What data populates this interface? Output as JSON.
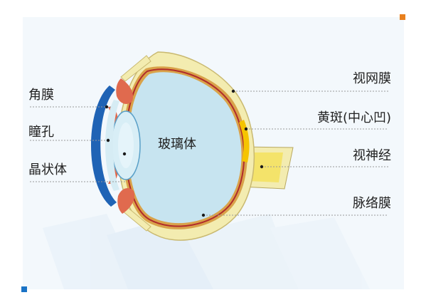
{
  "colors": {
    "page_background": "#ffffff",
    "panel_background": "#f3f8fc",
    "accent_orange": "#e8801e",
    "accent_blue": "#1a73c6",
    "sclera": "#f3ecb0",
    "choroid": "#d9a24a",
    "retina_line": "#b02b2b",
    "vitreous": "#c7e4f0",
    "cornea": "#1f63b5",
    "iris": "#e06a4e",
    "macula": "#f5c400",
    "optic_nerve": "#f4e36a",
    "leader_line": "#9a9a9a",
    "label_text": "#222222"
  },
  "labels": {
    "cornea": "角膜",
    "pupil": "瞳孔",
    "lens": "晶状体",
    "vitreous": "玻璃体",
    "retina": "视网膜",
    "macula": "黄斑(中心凹)",
    "optic_nerve": "视神经",
    "choroid": "脉络膜"
  }
}
